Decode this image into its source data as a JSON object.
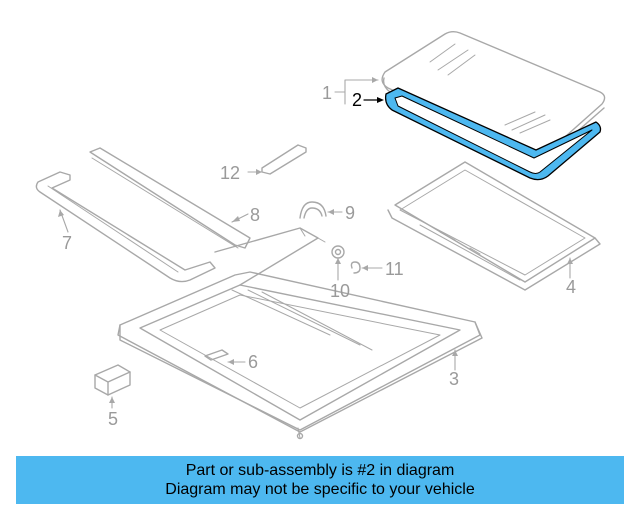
{
  "callouts": {
    "c1": "1",
    "c2": "2",
    "c3": "3",
    "c4": "4",
    "c5": "5",
    "c6": "6",
    "c7": "7",
    "c8": "8",
    "c9": "9",
    "c10": "10",
    "c11": "11",
    "c12": "12"
  },
  "highlight_color": "#4db8f0",
  "banner": {
    "line1": "Part or sub-assembly is #2 in diagram",
    "line2": "Diagram may not be specific to your vehicle"
  }
}
